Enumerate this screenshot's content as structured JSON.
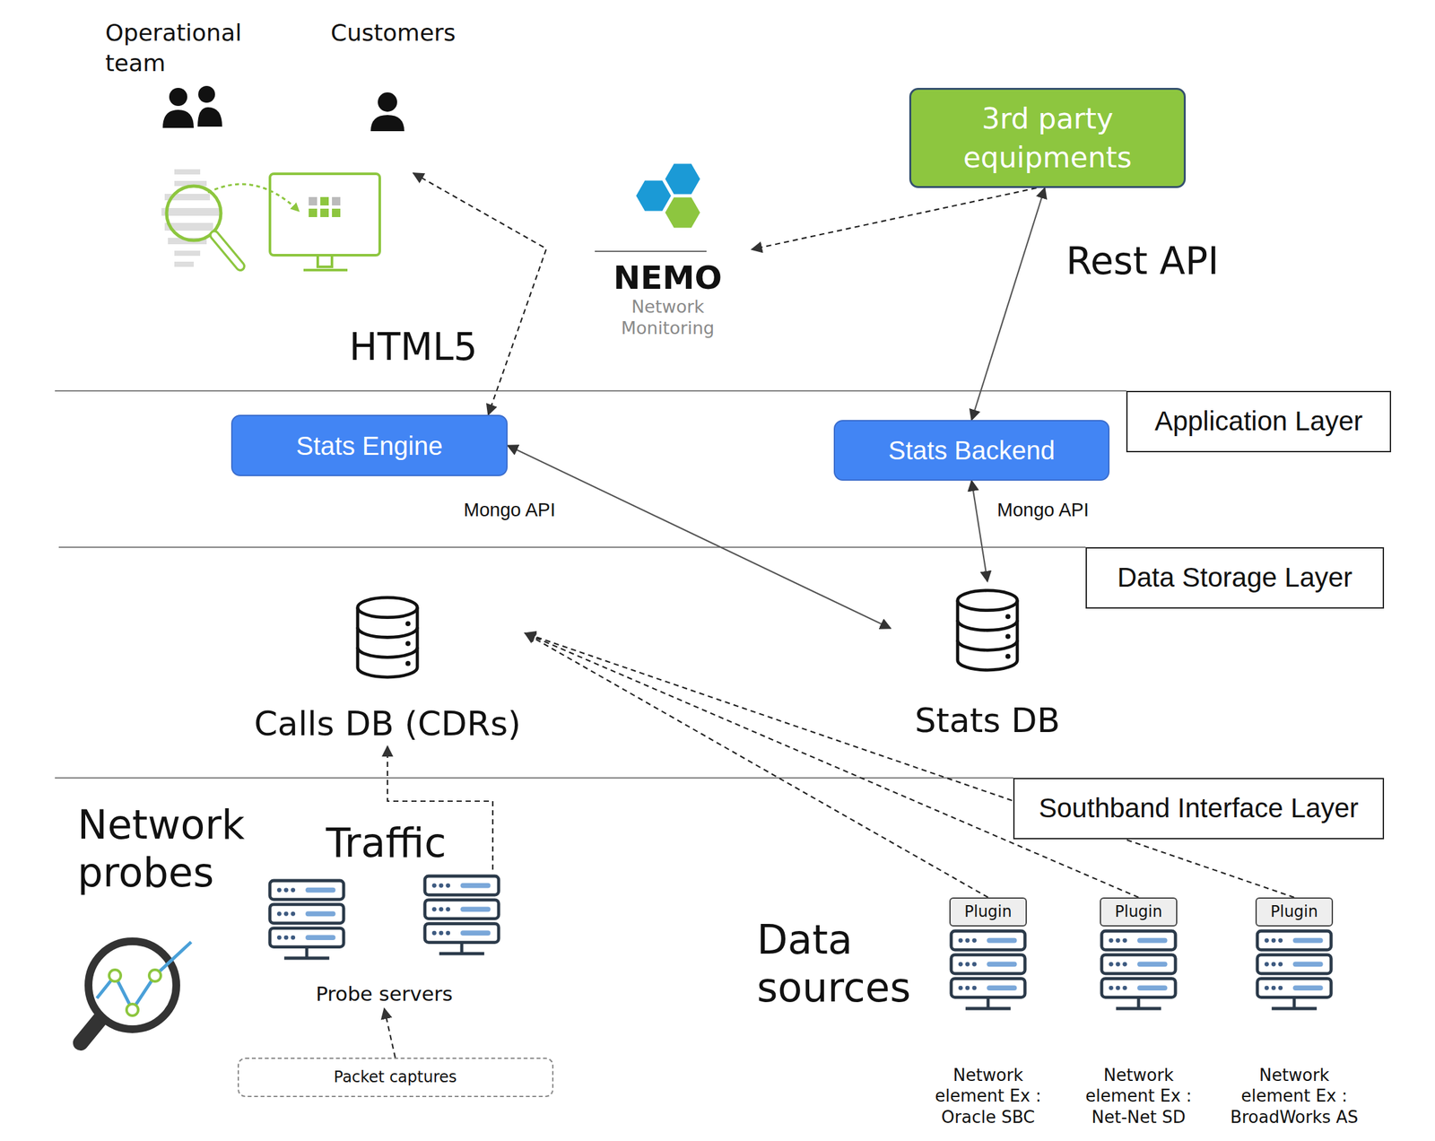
{
  "diagram": {
    "nodes": [
      {
        "text": [
          "Operational team",
          "Customers"
        ]
      },
      {
        "text": [
          "NEMO",
          "Network Monitoring"
        ]
      },
      {
        "text": [
          "3rd party equipments"
        ]
      },
      {
        "text": [
          "Application Layer"
        ]
      },
      {
        "text": [
          "Stats Engine"
        ]
      },
      {
        "text": [
          "Stats Backend"
        ]
      },
      {
        "text": [
          "Data Storage Layer"
        ]
      },
      {
        "text": [
          "Calls DB (CDRs)"
        ]
      },
      {
        "text": [
          "Stats DB"
        ]
      },
      {
        "text": [
          "Southband Interface Layer"
        ]
      },
      {
        "text": [
          "Probe servers"
        ]
      },
      {
        "text": [
          "Plugin"
        ]
      },
      {
        "text": [
          "Plugin"
        ]
      },
      {
        "text": [
          "Plugin"
        ]
      },
      {
        "text": [
          "Packet captures"
        ]
      },
      {
        "text": [
          "Network element Ex : Oracle SBC"
        ]
      },
      {
        "text": [
          "Network element Ex : Net-Net SD"
        ]
      },
      {
        "text": [
          "Network element Ex : BroadWorks AS"
        ]
      }
    ],
    "edges": [
      {
        "from": 0,
        "to": 4,
        "arrow": "both",
        "label": "HTML5"
      },
      {
        "from": 2,
        "to": 1,
        "arrow": "to"
      },
      {
        "from": 2,
        "to": 5,
        "arrow": "both",
        "label": "Rest API"
      },
      {
        "from": 4,
        "to": 8,
        "arrow": "both",
        "label": "Mongo API"
      },
      {
        "from": 5,
        "to": 8,
        "arrow": "both",
        "label": "Mongo API"
      },
      {
        "from": 10,
        "to": 7,
        "arrow": "to",
        "label": "Traffic"
      },
      {
        "from": 14,
        "to": 10,
        "arrow": "to"
      },
      {
        "from": 11,
        "to": 7,
        "arrow": "to"
      },
      {
        "from": 12,
        "to": 7,
        "arrow": "to"
      },
      {
        "from": 13,
        "to": 7,
        "arrow": "to"
      }
    ],
    "labels": [
      "Network probes",
      "Data sources"
    ]
  }
}
